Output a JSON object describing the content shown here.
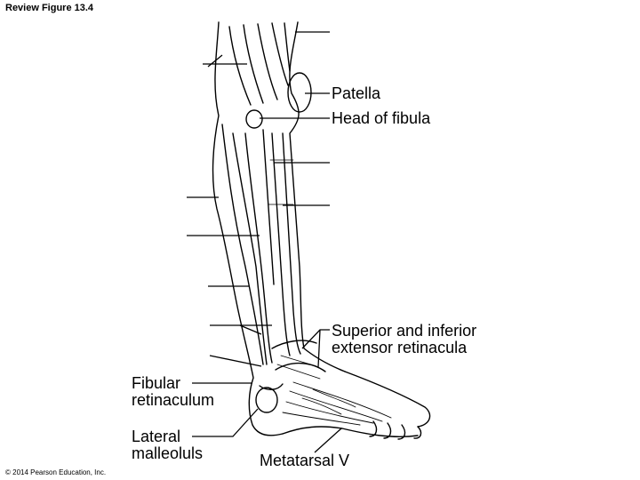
{
  "slide": {
    "title": "Review Figure 13.4",
    "copyright": "© 2014 Pearson Education, Inc."
  },
  "labels": {
    "patella": "Patella",
    "head_of_fibula": "Head of fibula",
    "retinacula_line1": "Superior and inferior",
    "retinacula_line2": "extensor retinacula",
    "fibular_retinaculum_line1": "Fibular",
    "fibular_retinaculum_line2": "retinaculum",
    "lateral_malleolus_line1": "Lateral",
    "lateral_malleolus_line2": "malleoluls",
    "metatarsal_v": "Metatarsal V"
  }
}
